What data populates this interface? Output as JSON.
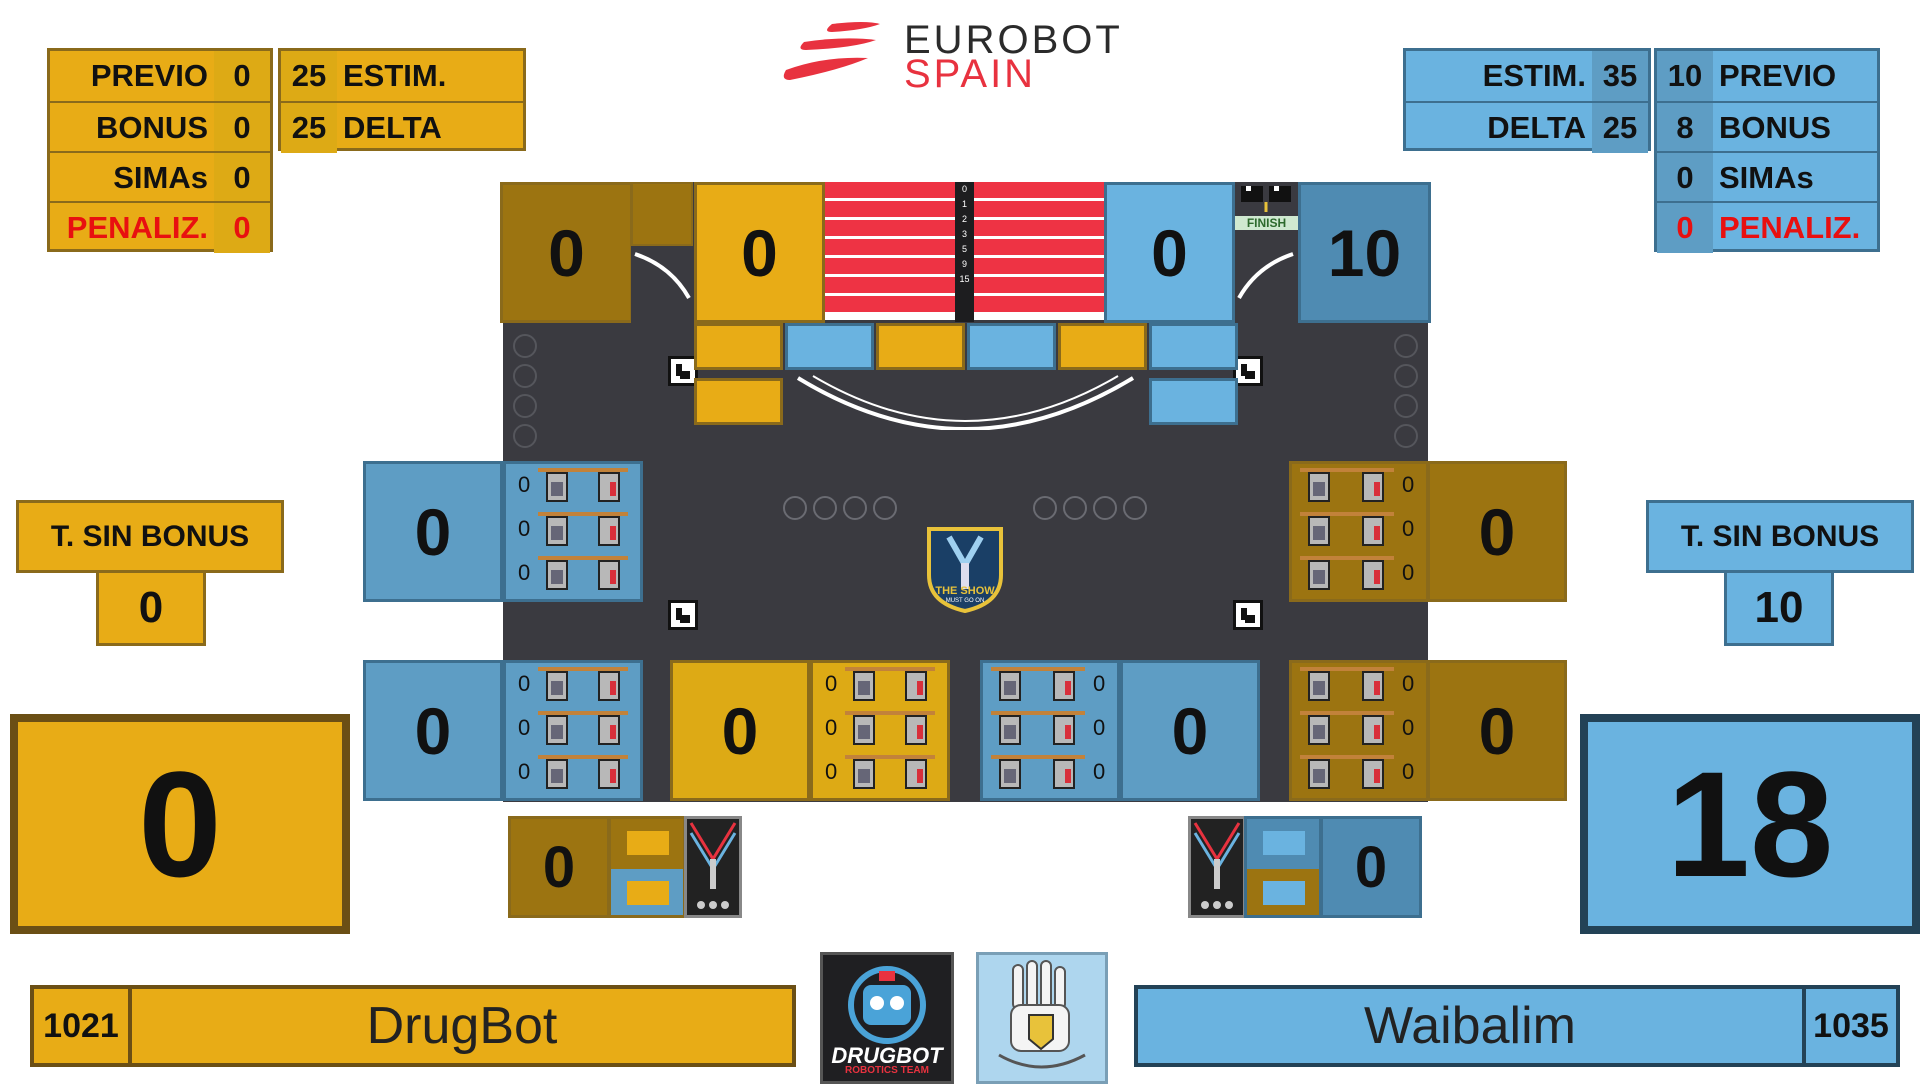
{
  "brand": {
    "line1": "EUROBOT",
    "line2": "SPAIN",
    "logo_color": "#e8323f"
  },
  "colors": {
    "yellow": "#e8ac16",
    "blue": "#6ab3e0",
    "penalty": "#e81010"
  },
  "left": {
    "stats": [
      {
        "label": "PREVIO",
        "value": "0"
      },
      {
        "label": "BONUS",
        "value": "0"
      },
      {
        "label": "SIMAs",
        "value": "0"
      },
      {
        "label": "PENALIZ.",
        "value": "0"
      }
    ],
    "estim": {
      "label": "ESTIM.",
      "value": "25"
    },
    "delta": {
      "label": "DELTA",
      "value": "25"
    },
    "sin_bonus_label": "T. SIN BONUS",
    "sin_bonus_value": "0",
    "total": "0",
    "team_id": "1021",
    "team_name": "DrugBot"
  },
  "right": {
    "stats": [
      {
        "label": "PREVIO",
        "value": "10"
      },
      {
        "label": "BONUS",
        "value": "8"
      },
      {
        "label": "SIMAs",
        "value": "0"
      },
      {
        "label": "PENALIZ.",
        "value": "0"
      }
    ],
    "estim": {
      "label": "ESTIM.",
      "value": "35"
    },
    "delta": {
      "label": "DELTA",
      "value": "25"
    },
    "sin_bonus_label": "T. SIN BONUS",
    "sin_bonus_value": "10",
    "total": "18",
    "team_id": "1035",
    "team_name": "Waibalim"
  },
  "field": {
    "top_scores": [
      "0",
      "0",
      "0",
      "10"
    ],
    "ladder": [
      "0",
      "1",
      "2",
      "3",
      "5",
      "9",
      "15"
    ],
    "finish_label": "FINISH",
    "center_logo": {
      "line1": "THE SHOW",
      "line2": "MUST GO ON"
    },
    "zones": {
      "mid_left": "0",
      "mid_right": "0",
      "bot_1": "0",
      "bot_2": "0",
      "bot_3": "0",
      "bot_4": "0"
    },
    "stack_counts": [
      "0",
      "0",
      "0"
    ],
    "pits": {
      "left": "0",
      "right": "0"
    }
  },
  "logos": {
    "drugbot": "DRUGBOT",
    "drugbot_sub": "ROBOTICS TEAM"
  }
}
